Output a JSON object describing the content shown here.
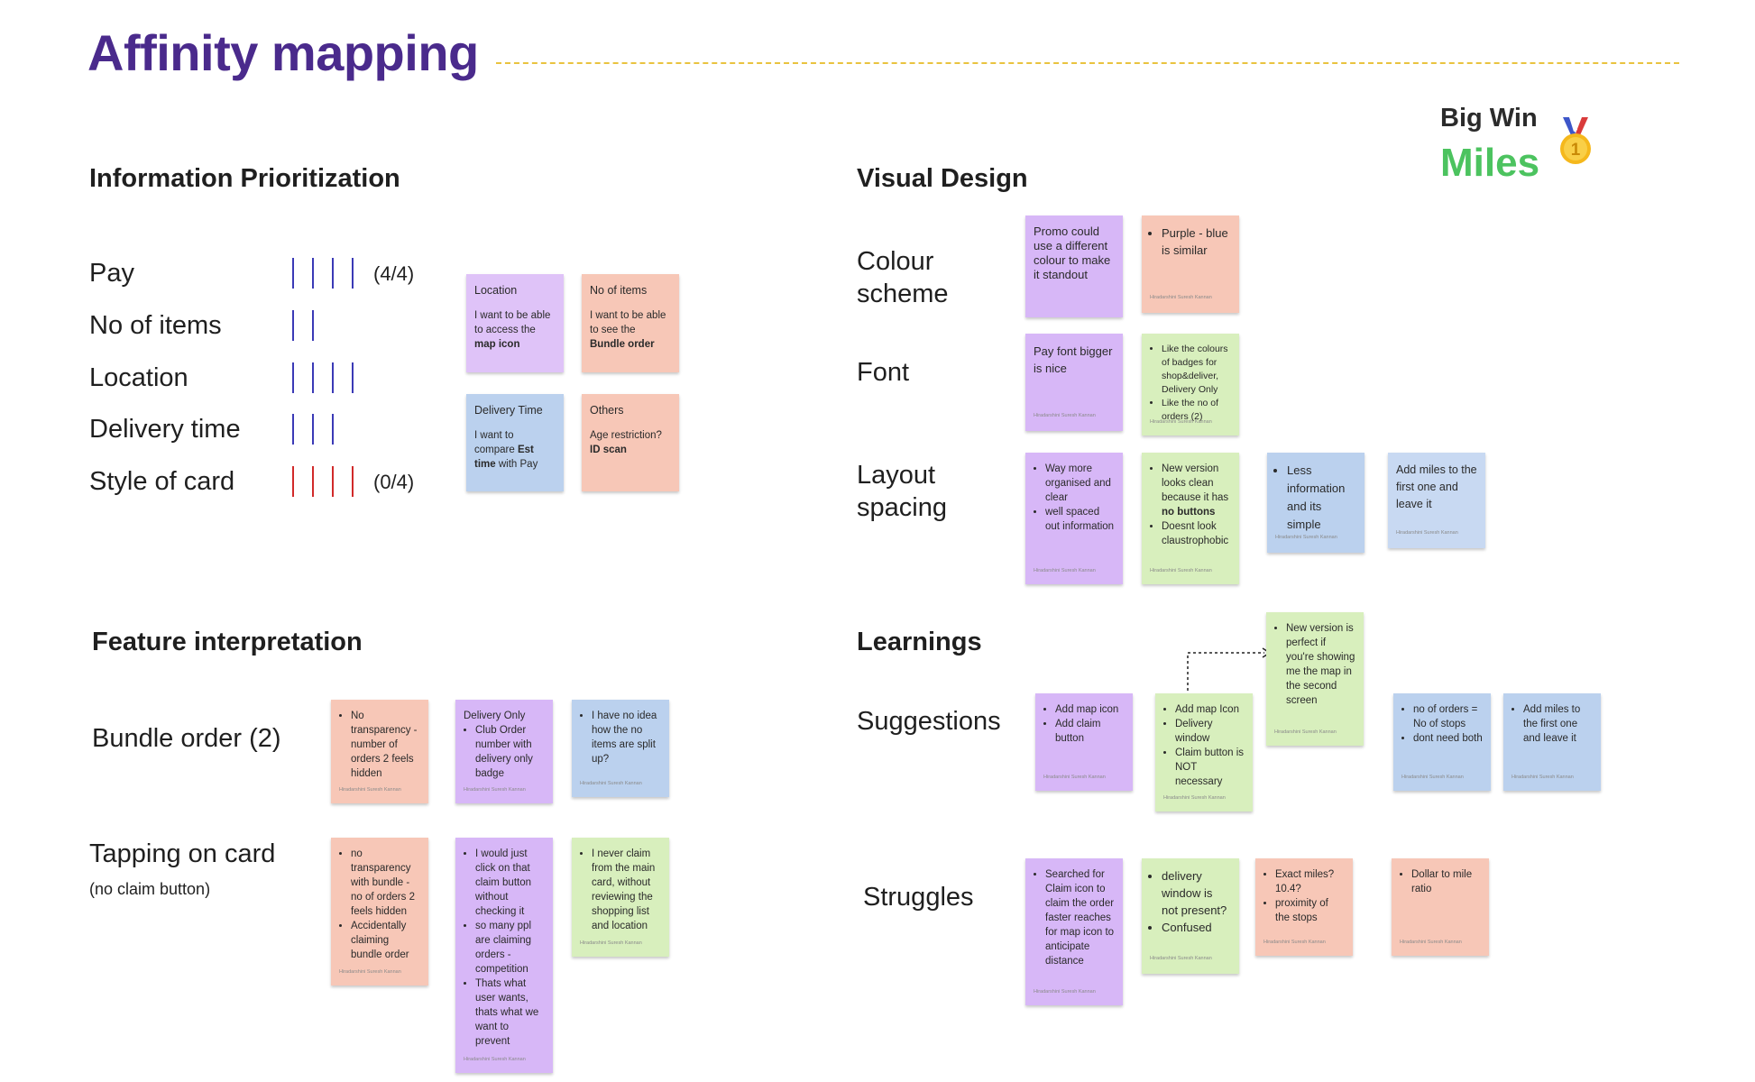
{
  "page": {
    "title": "Affinity mapping"
  },
  "badge": {
    "big_win": "Big Win",
    "miles": "Miles",
    "medal_icon": "gold-medal-1-icon"
  },
  "colors": {
    "title": "#4a2a8c",
    "tally_blue": "#3b3ab6",
    "tally_red": "#d12a2a",
    "dash_rule": "#e9c33f",
    "miles_green": "#4cc35f",
    "note_purple": "#d7b7f7",
    "note_peach": "#f7c7b7",
    "note_green": "#d8efbd",
    "note_blue": "#bbd1ee"
  },
  "info": {
    "title": "Information Prioritization",
    "rows": [
      {
        "label": "Pay",
        "tally_count": 4,
        "tally_color": "blue",
        "score": "(4/4)"
      },
      {
        "label": "No of items",
        "tally_count": 2,
        "tally_color": "blue",
        "score": ""
      },
      {
        "label": "Location",
        "tally_count": 4,
        "tally_color": "blue",
        "score": ""
      },
      {
        "label": "Delivery time",
        "tally_count": 3,
        "tally_color": "blue",
        "score": ""
      },
      {
        "label": "Style of card",
        "tally_count": 4,
        "tally_color": "red",
        "score": "(0/4)"
      }
    ],
    "notes": {
      "location": {
        "head": "Location",
        "pre": "I want to be able to access the ",
        "strong": "map icon",
        "post": ""
      },
      "no_items": {
        "head": "No of items",
        "pre": "I want to be able to see the ",
        "strong": "Bundle order",
        "post": ""
      },
      "delivery_time": {
        "head": "Delivery Time",
        "pre": "I want to compare ",
        "strong": "Est time",
        "post": " with Pay"
      },
      "others": {
        "head": "Others",
        "pre": "Age restriction? ",
        "strong": "ID scan",
        "post": ""
      }
    }
  },
  "visual": {
    "title": "Visual Design",
    "colour_scheme": {
      "label_line1": "Colour",
      "label_line2": "scheme",
      "note1": "Promo could use a different colour to make it standout",
      "note2": {
        "bullet": "Purple - blue is similar",
        "sig": "Hiradarshini Suresh Kannan"
      }
    },
    "font": {
      "label": "Font",
      "note1": {
        "text": "Pay font bigger is nice",
        "sig": "Hiradarshini Suresh Kannan"
      },
      "note2": {
        "bullets": [
          "Like the colours of badges for shop&deliver, Delivery Only",
          "Like the no of orders (2)"
        ],
        "sig": "Hiradarshini Suresh Kannan"
      }
    },
    "layout": {
      "label_line1": "Layout",
      "label_line2": "spacing",
      "note1": {
        "bullets": [
          "Way more organised and clear",
          "well spaced out information"
        ],
        "sig": "Hiradarshini Suresh Kannan"
      },
      "note2": {
        "b1_pre": "New version looks clean because it has ",
        "b1_strong": "no buttons",
        "b2": "Doesnt look claustrophobic",
        "sig": "Hiradarshini Suresh Kannan"
      },
      "note3": {
        "bullet": "Less information and its simple",
        "sig": "Hiradarshini Suresh Kannan"
      },
      "note4": {
        "text": "Add miles to the first one and leave it",
        "sig": "Hiradarshini Suresh Kannan"
      }
    }
  },
  "feature": {
    "title": "Feature interpretation",
    "bundle": {
      "label": "Bundle order (2)",
      "note1": {
        "bullet": "No transparency - number of orders 2 feels hidden",
        "sig": "Hiradarshini Suresh Kannan"
      },
      "note2": {
        "head": "Delivery Only",
        "bullet": "Club Order number with delivery only badge",
        "sig": "Hiradarshini Suresh Kannan"
      },
      "note3": {
        "bullet": "I have no idea how the no items are split up?",
        "sig": "Hiradarshini Suresh Kannan"
      }
    },
    "tapping": {
      "label": "Tapping on card",
      "sub": "(no claim button)",
      "note1": {
        "bullets": [
          "no transparency with bundle - no of orders 2 feels hidden",
          "Accidentally claiming bundle order"
        ],
        "sig": "Hiradarshini Suresh Kannan"
      },
      "note2": {
        "bullets": [
          "I would just click on that claim button without checking it",
          "so many ppl are claiming orders - competition",
          "Thats what user wants, thats what we want to prevent"
        ],
        "sig": "Hiradarshini Suresh Kannan"
      },
      "note3": {
        "bullet": "I never claim from the main card, without reviewing the shopping list and location",
        "sig": "Hiradarshini Suresh Kannan"
      }
    }
  },
  "learnings": {
    "title": "Learnings",
    "suggestions": {
      "label": "Suggestions",
      "note1": {
        "bullets": [
          "Add map icon",
          "Add claim button"
        ],
        "sig": "Hiradarshini Suresh Kannan"
      },
      "note2": {
        "bullets": [
          "Add map Icon",
          "Delivery window",
          "Claim button is NOT necessary"
        ],
        "sig": "Hiradarshini Suresh Kannan"
      },
      "note3": {
        "bullet": "New version is perfect if you're showing me the map in the second screen",
        "sig": "Hiradarshini Suresh Kannan"
      },
      "note4": {
        "bullets": [
          "no of orders = No of stops",
          "dont need both"
        ],
        "sig": "Hiradarshini Suresh Kannan"
      },
      "note5": {
        "bullet": "Add miles to the first one and leave it",
        "sig": "Hiradarshini Suresh Kannan"
      }
    },
    "struggles": {
      "label": "Struggles",
      "note1": {
        "bullet": "Searched for Claim icon to claim the order faster reaches for map icon to anticipate distance",
        "sig": "Hiradarshini Suresh Kannan"
      },
      "note2": {
        "bullets": [
          "delivery window is not present?",
          "Confused"
        ],
        "sig": "Hiradarshini Suresh Kannan"
      },
      "note3": {
        "bullets": [
          "Exact miles? 10.4?",
          "proximity of the stops"
        ],
        "sig": "Hiradarshini Suresh Kannan"
      },
      "note4": {
        "bullet": "Dollar to mile ratio",
        "sig": "Hiradarshini Suresh Kannan"
      }
    }
  }
}
